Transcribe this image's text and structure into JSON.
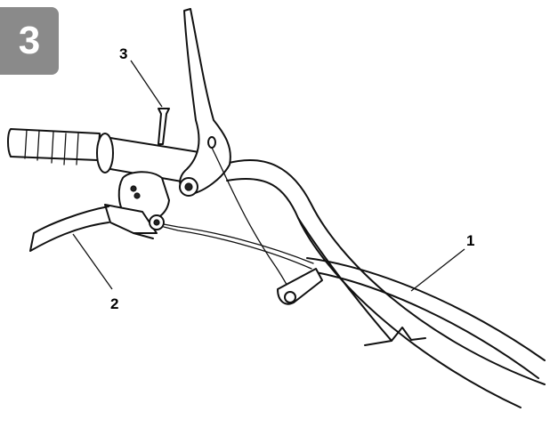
{
  "figure": {
    "step_number": "3",
    "callouts": [
      {
        "id": "1",
        "label": "1"
      },
      {
        "id": "2",
        "label": "2"
      },
      {
        "id": "3",
        "label": "3"
      }
    ]
  }
}
